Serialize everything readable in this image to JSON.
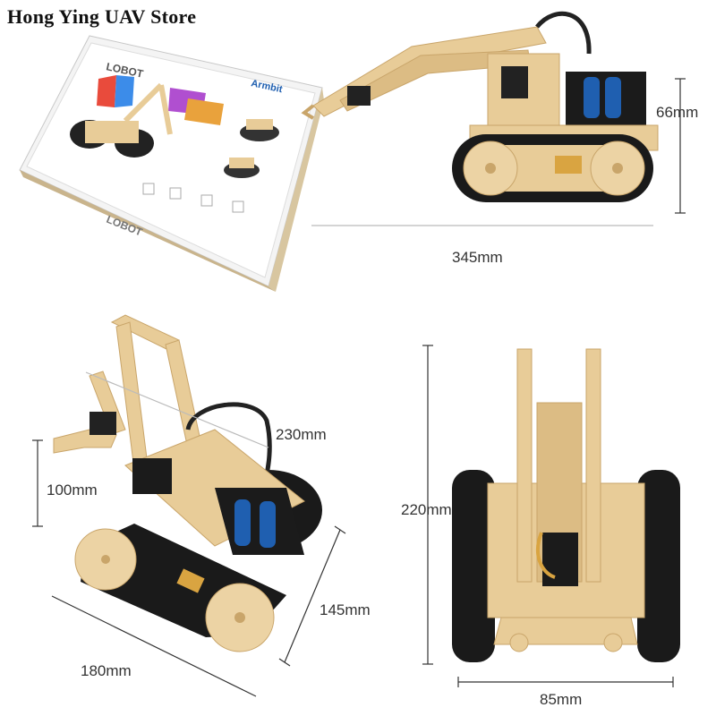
{
  "header": {
    "store_name": "Hong Ying UAV Store"
  },
  "box": {
    "brand": "LOBOT",
    "product": "Armbit"
  },
  "dimensions": {
    "top_height": "66mm",
    "top_length": "345mm",
    "left_height": "100mm",
    "left_diag": "230mm",
    "left_width": "145mm",
    "left_length": "180mm",
    "right_height": "220mm",
    "right_width": "85mm"
  },
  "colors": {
    "wood": "#e8cc98",
    "wood_dark": "#c9a56a",
    "track": "#1a1a1a",
    "battery": "#1f5fb0",
    "servo": "#222222"
  }
}
